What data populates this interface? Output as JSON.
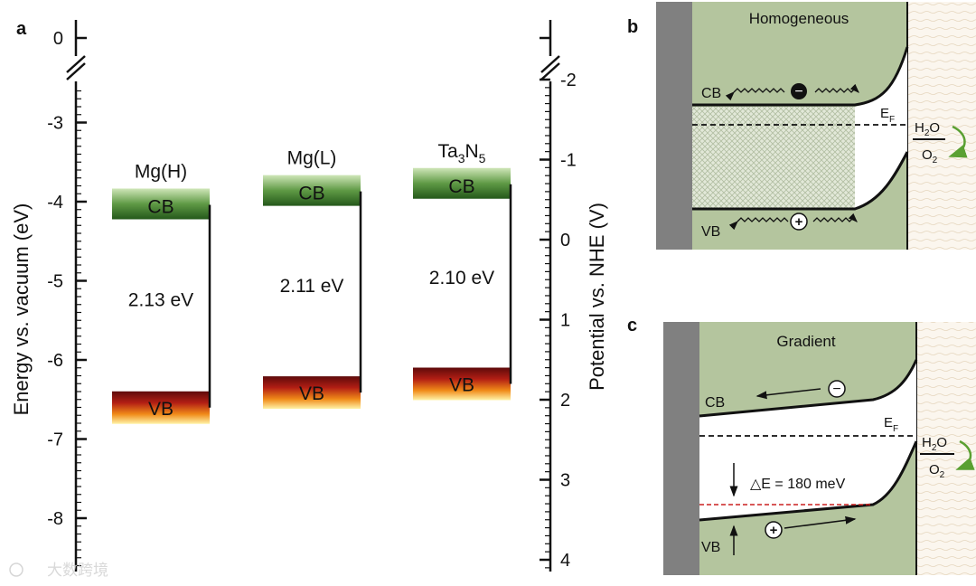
{
  "panel_a": {
    "label": "a",
    "left_axis_title": "Energy vs. vacuum (eV)",
    "right_axis_title": "Potential vs. NHE (V)",
    "left_ticks": [
      {
        "value": 0,
        "label": "0"
      },
      {
        "value": -3,
        "label": "-3"
      },
      {
        "value": -4,
        "label": "-4"
      },
      {
        "value": -5,
        "label": "-5"
      },
      {
        "value": -6,
        "label": "-6"
      },
      {
        "value": -7,
        "label": "-7"
      },
      {
        "value": -8,
        "label": "-8"
      }
    ],
    "right_ticks": [
      {
        "value": -2,
        "label": "-2"
      },
      {
        "value": -1,
        "label": "-1"
      },
      {
        "value": 0,
        "label": "0"
      },
      {
        "value": 1,
        "label": "1"
      },
      {
        "value": 2,
        "label": "2"
      },
      {
        "value": 3,
        "label": "3"
      },
      {
        "value": 4,
        "label": "4"
      }
    ],
    "materials": [
      {
        "name": "Mg(H)",
        "cb_label": "CB",
        "vb_label": "VB",
        "cb": -4.04,
        "vb": -6.42,
        "gap_label": "2.13 eV"
      },
      {
        "name": "Mg(L)",
        "cb_label": "CB",
        "vb_label": "VB",
        "cb": -3.87,
        "vb": -6.23,
        "gap_label": "2.11 eV"
      },
      {
        "name_main": "Ta",
        "name_sub1": "3",
        "name_mid": "N",
        "name_sub2": "5",
        "cb_label": "CB",
        "vb_label": "VB",
        "cb": -3.78,
        "vb": -6.12,
        "gap_label": "2.10 eV"
      }
    ],
    "colors": {
      "cb_green": "#2e6a1e",
      "vb_red": "#8a1010",
      "vb_yellow": "#ffd21c"
    }
  },
  "panel_b": {
    "label": "b",
    "title": "Homogeneous",
    "cb_label": "CB",
    "vb_label": "VB",
    "ef_main": "E",
    "ef_sub": "F",
    "redox_top_main": "H",
    "redox_top_sub": "2",
    "redox_top_end": "O",
    "redox_bottom_main": "O",
    "redox_bottom_sub": "2",
    "electron_symbol": "−",
    "hole_symbol": "+"
  },
  "panel_c": {
    "label": "c",
    "title": "Gradient",
    "cb_label": "CB",
    "vb_label": "VB",
    "ef_main": "E",
    "ef_sub": "F",
    "delta_e_label": "△E = 180 meV",
    "redox_top_main": "H",
    "redox_top_sub": "2",
    "redox_top_end": "O",
    "redox_bottom_main": "O",
    "redox_bottom_sub": "2",
    "electron_symbol": "−",
    "hole_symbol": "+"
  },
  "colors": {
    "semiconductor": "#b4c59e",
    "substrate": "#808080",
    "electrolyte": "#fbf6ee",
    "redox_arrow": "#5aa032",
    "red_dash": "#cc2020"
  },
  "watermark": {
    "text": "大数跨境"
  }
}
